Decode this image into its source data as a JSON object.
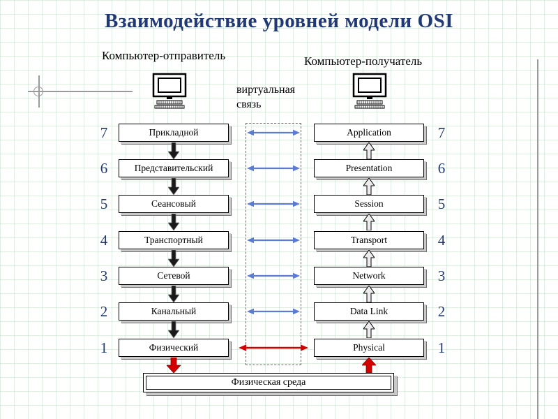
{
  "title": "Взаимодействие уровней модели OSI",
  "sender": {
    "label": "Компьютер-отправитель",
    "layers": [
      "Прикладной",
      "Представительский",
      "Сеансовый",
      "Транспортный",
      "Сетевой",
      "Канальный",
      "Физический"
    ]
  },
  "receiver": {
    "label": "Компьютер-получатель",
    "layers": [
      "Application",
      "Presentation",
      "Session",
      "Transport",
      "Network",
      "Data Link",
      "Physical"
    ]
  },
  "layer_numbers": [
    "7",
    "6",
    "5",
    "4",
    "3",
    "2",
    "1"
  ],
  "virtual_link": {
    "line1": "виртуальная",
    "line2": "связь"
  },
  "physical_medium_label": "Физическая среда",
  "colors": {
    "title_text": "#203874",
    "layer_number_text": "#203874",
    "virtual_link_arrow": "#5b7bd5",
    "physical_link_arrow": "#d40000",
    "box_shadow": "#c9c9c9",
    "grid_line": "#cfe3d4"
  }
}
